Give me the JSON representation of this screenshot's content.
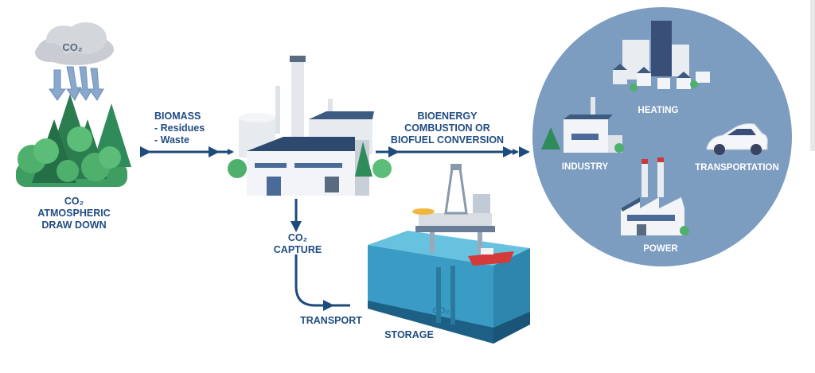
{
  "labels": {
    "co2_drawdown": [
      "CO₂",
      "ATMOSPHERIC",
      "DRAW DOWN"
    ],
    "cloud": "CO₂",
    "biomass": [
      "BIOMASS",
      "- Residues",
      "- Waste"
    ],
    "conversion": [
      "BIOENERGY",
      "COMBUSTION OR",
      "BIOFUEL CONVERSION"
    ],
    "capture": [
      "CO₂",
      "CAPTURE"
    ],
    "transport": "TRANSPORT",
    "storage": "STORAGE",
    "storage_water": "CO₂",
    "uses": {
      "heating": "HEATING",
      "industry": "INDUSTRY",
      "transportation": "TRANSPORTATION",
      "power": "POWER"
    }
  },
  "colors": {
    "arrow": "#1e4a7c",
    "circle": "#7c9cc0",
    "water": "#3fa4c9",
    "text": "#1f4c82",
    "tree": "#2f8c5a",
    "cloud": "#c9ccd2"
  }
}
